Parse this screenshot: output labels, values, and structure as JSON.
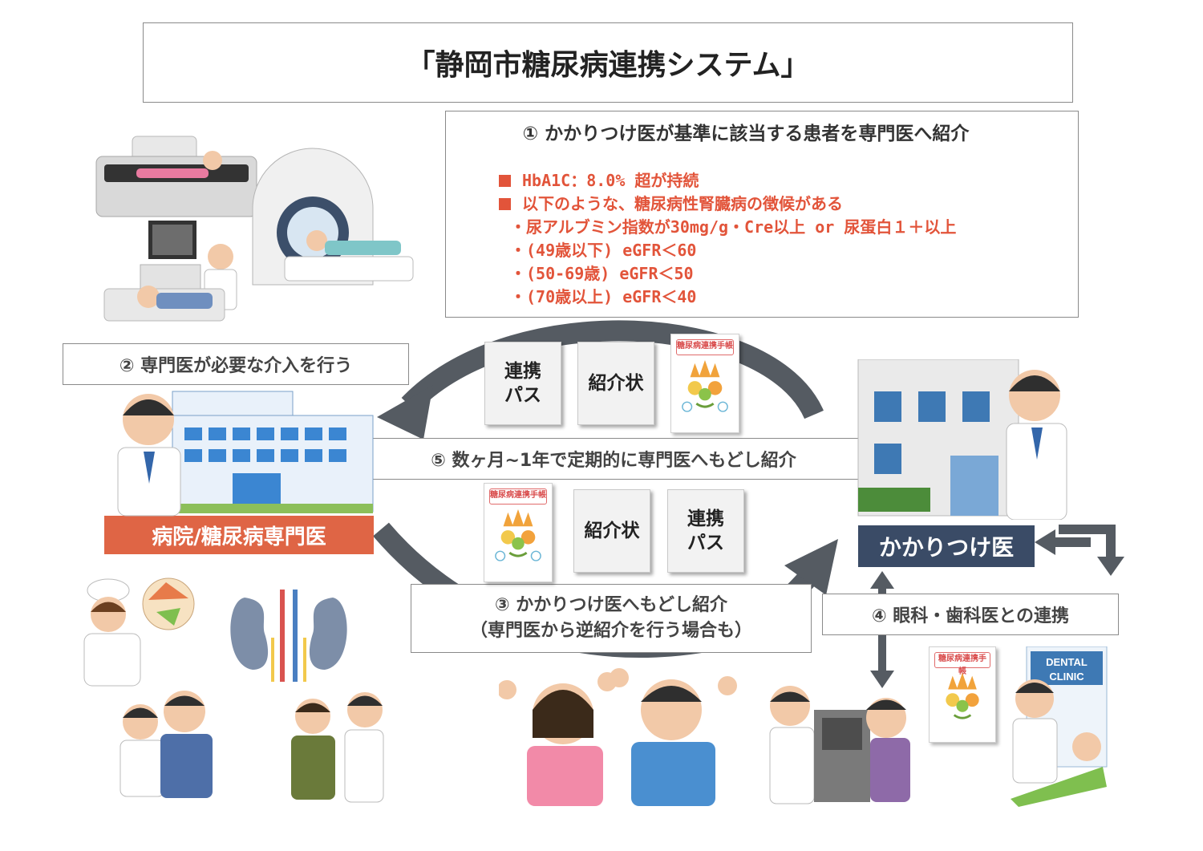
{
  "title": "「静岡市糖尿病連携システム」",
  "criteria": {
    "heading": "① かかりつけ医が基準に該当する患者を専門医へ紹介",
    "items": [
      "HbA1C：8.0% 超が持続",
      "以下のような、糖尿病性腎臓病の徴候がある"
    ],
    "sub_items": [
      "・尿アルブミン指数が30mg/g・Cre以上 or 尿蛋白１＋以上",
      "・(49歳以下) eGFR＜60",
      "・(50-69歳)  eGFR＜50",
      "・(70歳以上) eGFR＜40"
    ]
  },
  "steps": {
    "step2": "② 専門医が必要な介入を行う",
    "step5": "⑤ 数ヶ月~1年で定期的に専門医へもどし紹介",
    "step3_line1": "③ かかりつけ医へもどし紹介",
    "step3_line2": "（専門医から逆紹介を行う場合も）",
    "step4": "④ 眼科・歯科医との連携"
  },
  "labels": {
    "hospital": "病院/糖尿病専門医",
    "gp": "かかりつけ医"
  },
  "documents": {
    "renkei_line1": "連携",
    "renkei_line2": "パス",
    "shokaijo": "紹介状",
    "notebook_title": "糖尿病連携手帳",
    "dental_sign_1": "DENTAL",
    "dental_sign_2": "CLINIC"
  },
  "colors": {
    "accent_red": "#e2543a",
    "hospital_label": "#df6545",
    "gp_label": "#3a4b66",
    "arrow": "#555b62"
  }
}
